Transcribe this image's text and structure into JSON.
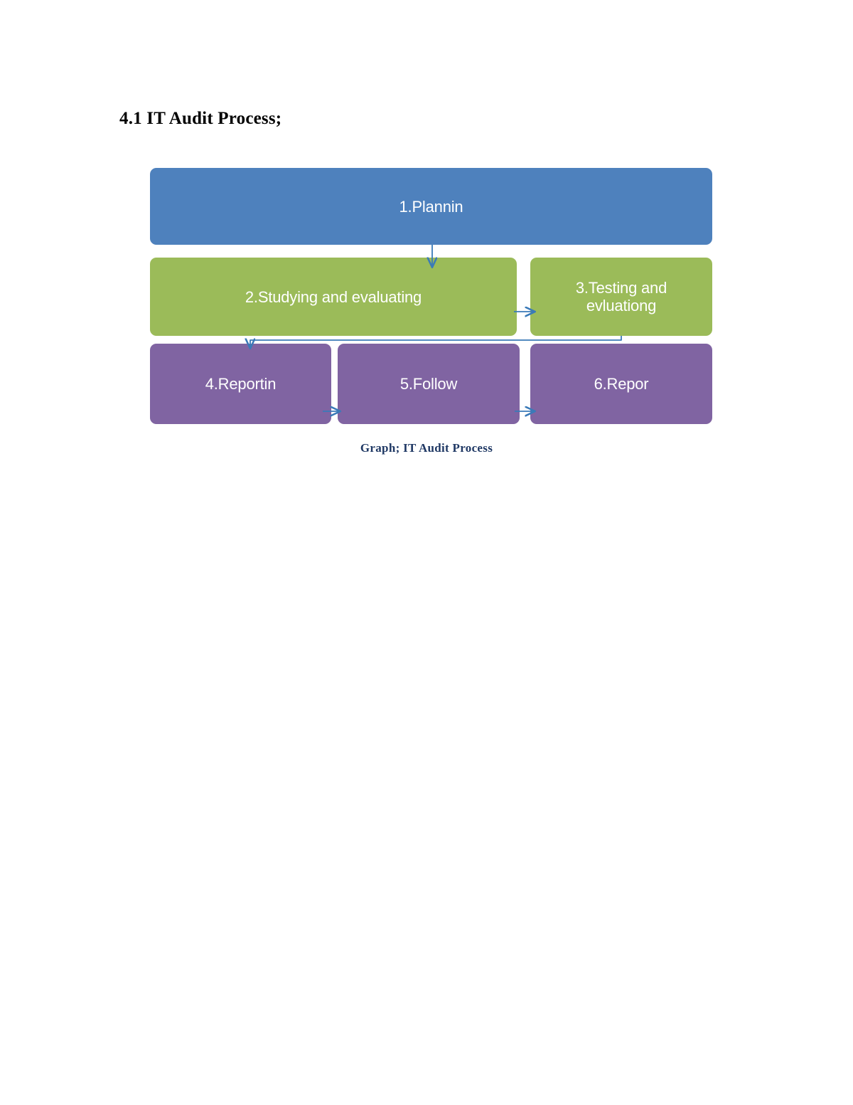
{
  "document": {
    "heading": "4.1 IT Audit Process;",
    "caption": "Graph; IT Audit Process"
  },
  "colors": {
    "blue": "#4E81BD",
    "green": "#9BBB59",
    "purple": "#8064A2",
    "arrow": "#3A7AB8",
    "caption_text": "#1F3864",
    "node_text": "#FFFFFF",
    "page_background": "#FFFFFF"
  },
  "diagram": {
    "type": "process-flow",
    "title": "IT Audit Process",
    "rows": [
      {
        "row": 1,
        "nodes": [
          {
            "id": "node-1",
            "label": "1.Plannin",
            "color": "blue"
          }
        ]
      },
      {
        "row": 2,
        "nodes": [
          {
            "id": "node-2",
            "label": "2.Studying and evaluating",
            "color": "green"
          },
          {
            "id": "node-3",
            "label_line1": "3.Testing and",
            "label_line2": "evluationg",
            "color": "green"
          }
        ]
      },
      {
        "row": 3,
        "nodes": [
          {
            "id": "node-4",
            "label": "4.Reportin",
            "color": "purple"
          },
          {
            "id": "node-5",
            "label": "5.Follow",
            "color": "purple"
          },
          {
            "id": "node-6",
            "label": "6.Repor",
            "color": "purple"
          }
        ]
      }
    ],
    "connectors": [
      {
        "from": "node-1",
        "to": "node-2",
        "direction": "down"
      },
      {
        "from": "node-2",
        "to": "node-3",
        "direction": "right"
      },
      {
        "from": "node-3",
        "to": "node-4",
        "direction": "down-left-elbow"
      },
      {
        "from": "node-4",
        "to": "node-5",
        "direction": "right"
      },
      {
        "from": "node-5",
        "to": "node-6",
        "direction": "right"
      }
    ]
  }
}
